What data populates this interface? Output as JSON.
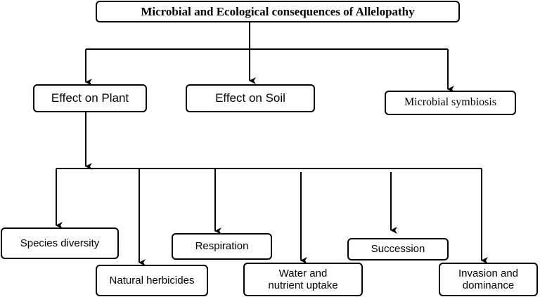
{
  "diagram": {
    "title": "Microbial and Ecological consequences of Allelopathy",
    "level1": {
      "effect_on_plant": "Effect on Plant",
      "effect_on_soil": "Effect on Soil",
      "microbial_symbiosis": "Microbial symbiosis"
    },
    "level2": {
      "species_diversity": "Species diversity",
      "natural_herbicides": "Natural herbicides",
      "respiration": "Respiration",
      "water_nutrient_uptake": "Water and nutrient uptake",
      "succession": "Succession",
      "invasion_dominance": "Invasion and dominance"
    },
    "colors": {
      "line": "#000000",
      "box_border": "#000000",
      "background": "#ffffff"
    }
  }
}
